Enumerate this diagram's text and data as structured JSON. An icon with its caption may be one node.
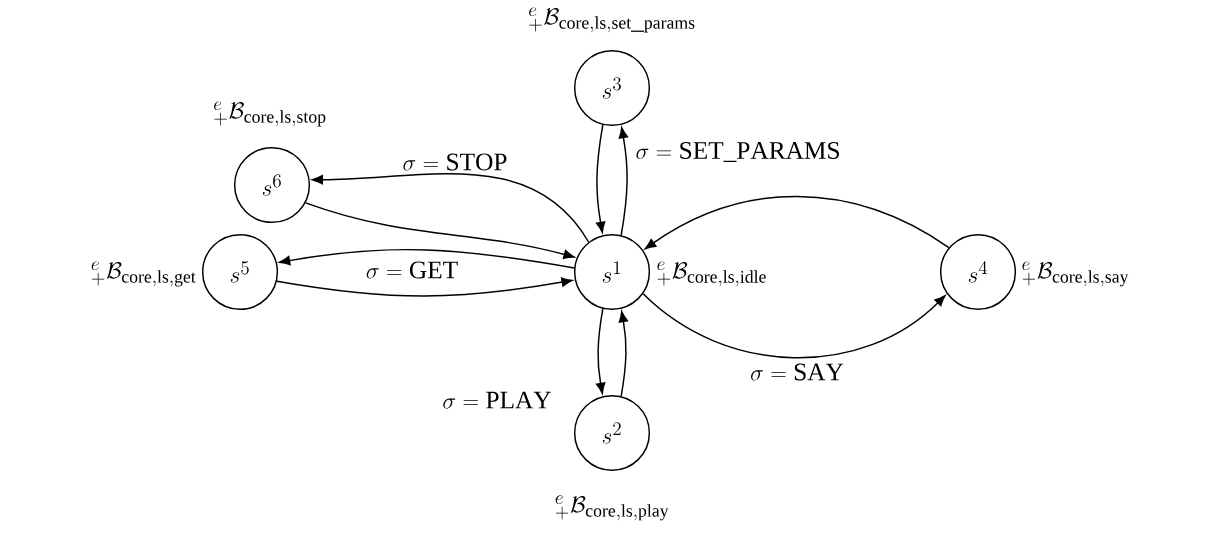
{
  "diagram": {
    "nodes": [
      {
        "text": [
          "s^{1}"
        ],
        "beside": [
          "{}^{e}_{+}\\mathcal{B}_{\\mathrm{core,ls,idle}}"
        ]
      },
      {
        "text": [
          "s^{2}"
        ],
        "beside": [
          "{}^{e}_{+}\\mathcal{B}_{\\mathrm{core,ls,play}}"
        ]
      },
      {
        "text": [
          "s^{3}"
        ],
        "beside": [
          "{}^{e}_{+}\\mathcal{B}_{\\mathrm{core,ls,set\\_params}}"
        ]
      },
      {
        "text": [
          "s^{4}"
        ],
        "beside": [
          "{}^{e}_{+}\\mathcal{B}_{\\mathrm{core,ls,say}}"
        ]
      },
      {
        "text": [
          "s^{5}"
        ],
        "beside": [
          "{}^{e}_{+}\\mathcal{B}_{\\mathrm{core,ls,get}}"
        ]
      },
      {
        "text": [
          "s^{6}"
        ],
        "beside": [
          "{}^{e}_{+}\\mathcal{B}_{\\mathrm{core,ls,stop}}"
        ]
      }
    ],
    "edges": [
      {
        "from": 0,
        "to": 5,
        "arrow": "to",
        "label": "\\sigma = \\mathrm{STOP}"
      },
      {
        "from": 5,
        "to": 0,
        "arrow": "to"
      },
      {
        "from": 0,
        "to": 4,
        "arrow": "to",
        "label": "\\sigma = \\mathrm{GET}"
      },
      {
        "from": 4,
        "to": 0,
        "arrow": "to"
      },
      {
        "from": 0,
        "to": 2,
        "arrow": "to",
        "label": "\\sigma = \\mathrm{SET\\_PARAMS}"
      },
      {
        "from": 2,
        "to": 0,
        "arrow": "to"
      },
      {
        "from": 0,
        "to": 1,
        "arrow": "to",
        "label": "\\sigma = \\mathrm{PLAY}"
      },
      {
        "from": 1,
        "to": 0,
        "arrow": "to"
      },
      {
        "from": 0,
        "to": 3,
        "arrow": "to",
        "label": "\\sigma = \\mathrm{SAY}"
      },
      {
        "from": 3,
        "to": 0,
        "arrow": "to"
      }
    ]
  }
}
